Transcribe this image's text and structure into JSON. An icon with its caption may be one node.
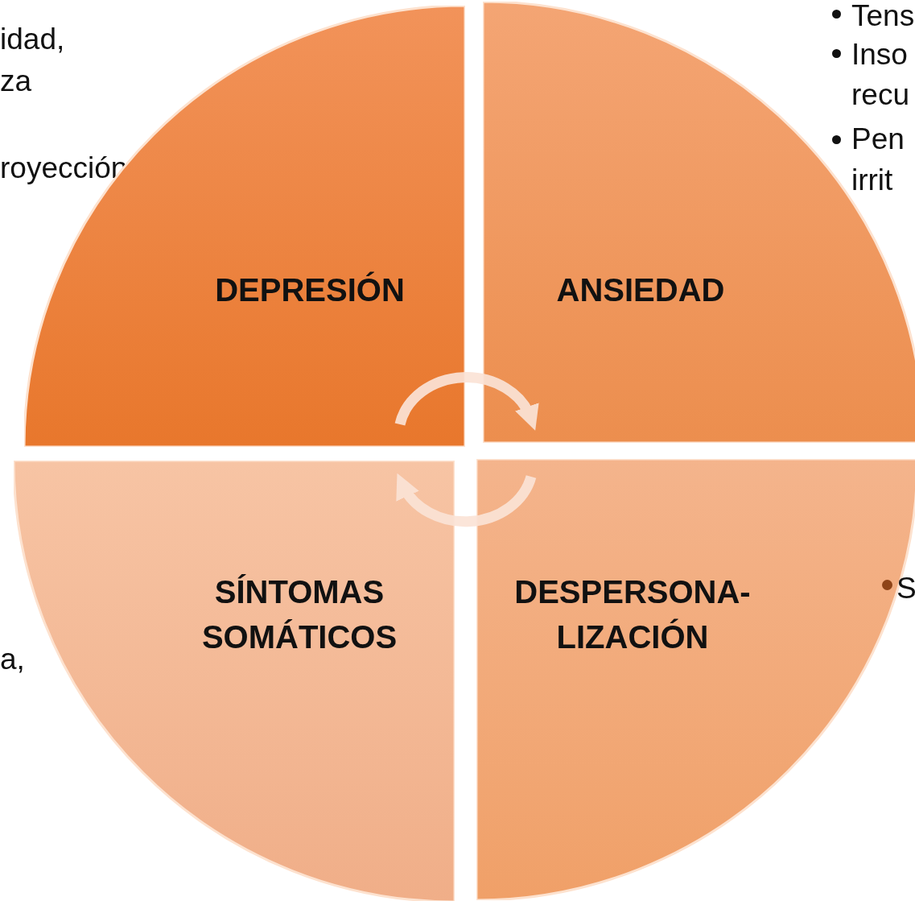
{
  "diagram": {
    "nodes": [
      {
        "text": [
          "DEPRESIÓN"
        ]
      },
      {
        "text": [
          "ANSIEDAD"
        ]
      },
      {
        "text": [
          "SÍNTOMAS SOMÁTICOS"
        ]
      },
      {
        "text": [
          "DESPERSONA- LIZACIÓN"
        ]
      }
    ],
    "edges": [
      {
        "from": 0,
        "to": 1,
        "arrow": "to"
      },
      {
        "from": 3,
        "to": 2,
        "arrow": "to"
      }
    ],
    "labels": [
      "idad,",
      "za",
      "royección",
      "Tens",
      "Inso",
      "recu",
      "Pen",
      "irrit",
      "S",
      "a,"
    ]
  }
}
